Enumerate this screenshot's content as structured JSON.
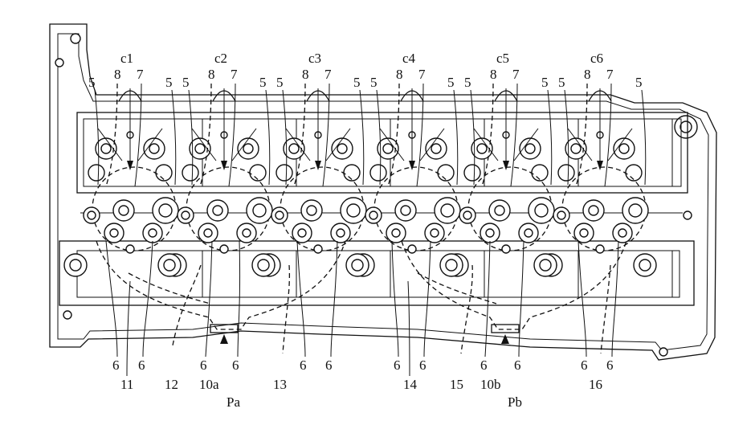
{
  "cylinders": [
    "c1",
    "c2",
    "c3",
    "c4",
    "c5",
    "c6"
  ],
  "top_labels": {
    "five": "5",
    "eight": "8",
    "seven": "7"
  },
  "bottom_labels": {
    "six": "6",
    "eleven": "11",
    "twelve": "12",
    "thirteen": "13",
    "fourteen": "14",
    "fifteen": "15",
    "sixteen": "16",
    "ten_a": "10a",
    "ten_b": "10b",
    "pa": "Pa",
    "pb": "Pb"
  }
}
